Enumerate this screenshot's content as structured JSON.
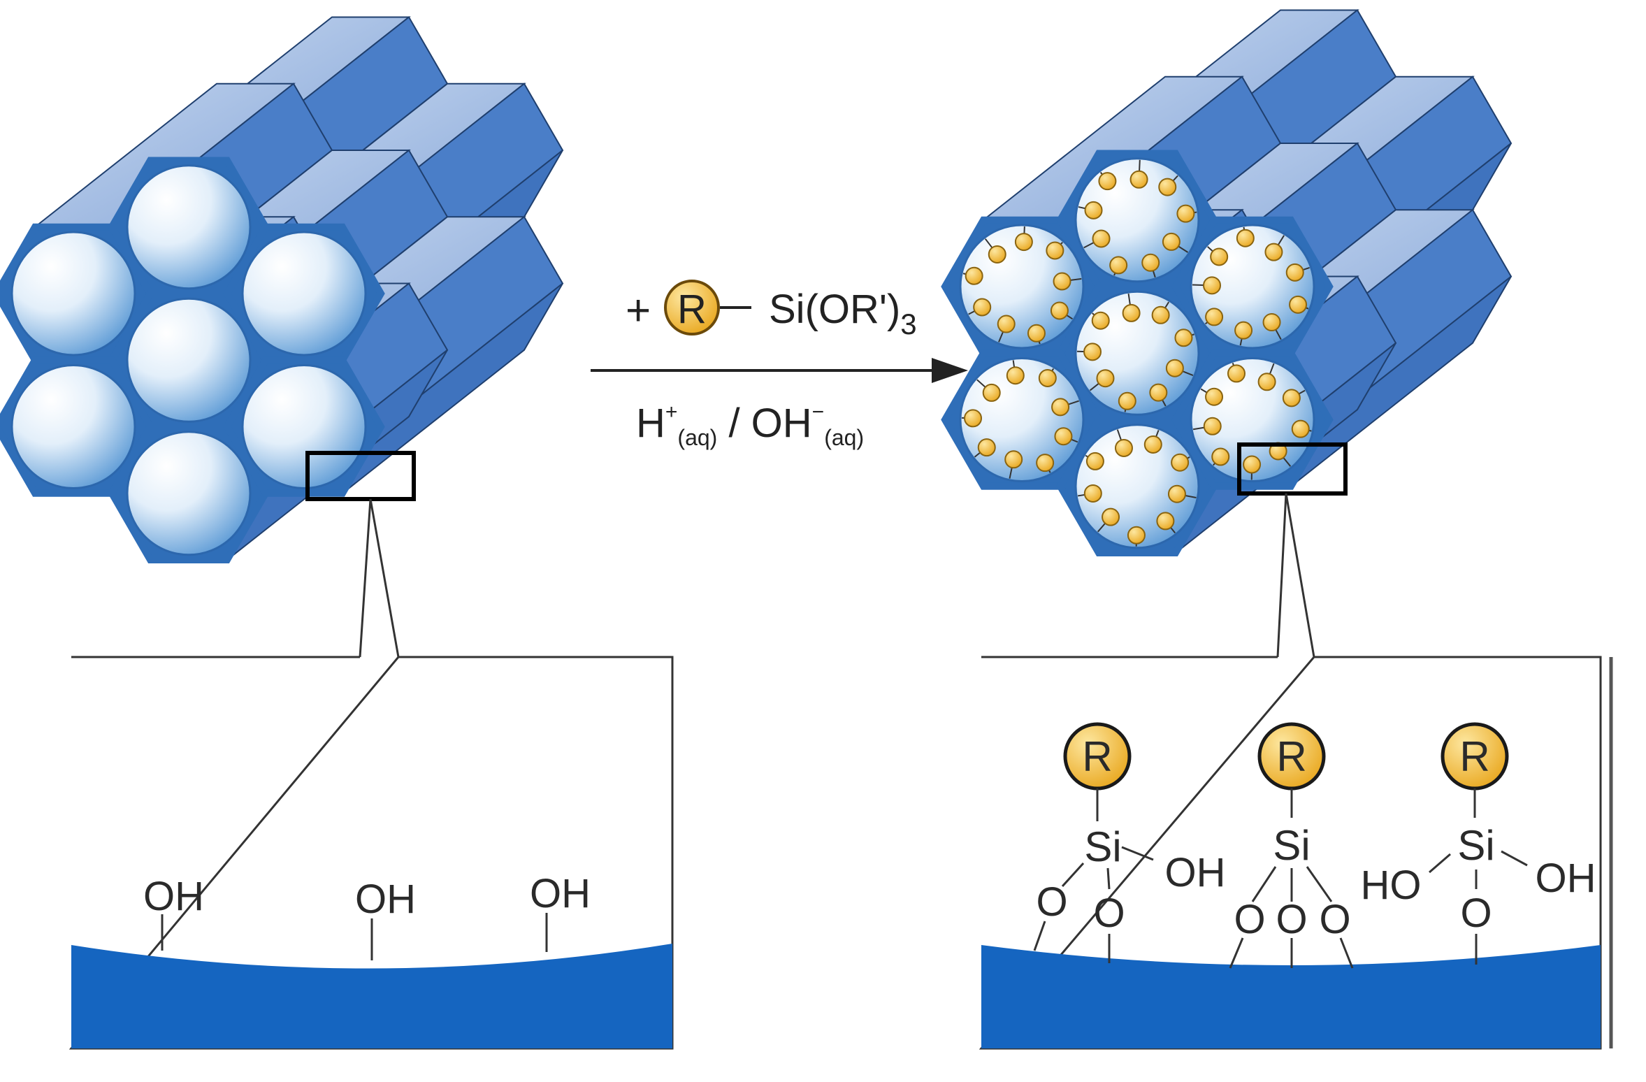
{
  "colors": {
    "wall_front": "#2f6eb8",
    "wall_top": "#a6bfe4",
    "wall_side": "#4a7ec8",
    "wall_edge": "#1f3f6e",
    "pore_center": "#ffffff",
    "pore_edge": "#6aa6dc",
    "r_group_fill": "#f2b632",
    "r_group_stroke": "#6b4a0a",
    "surface": "#1565c0",
    "line": "#333333"
  },
  "reaction": {
    "prefix": "+",
    "r_label": "R",
    "reagent": "Si(OR')",
    "reagent_subscript": "3",
    "acid": "H",
    "acid_charge": "+",
    "acid_state": "(aq)",
    "separator": " / ",
    "base": "OH",
    "base_charge": "−",
    "base_state": "(aq)"
  },
  "left_inset": {
    "groups": [
      "OH",
      "OH",
      "OH"
    ]
  },
  "right_inset": {
    "r_label": "R",
    "si": "Si",
    "oxygen": "O",
    "oh": "OH",
    "ho": "HO"
  },
  "icons": {
    "arrow": "right-arrow-icon",
    "pore": "circular-pore-icon",
    "r_group": "r-group-circle-icon"
  }
}
